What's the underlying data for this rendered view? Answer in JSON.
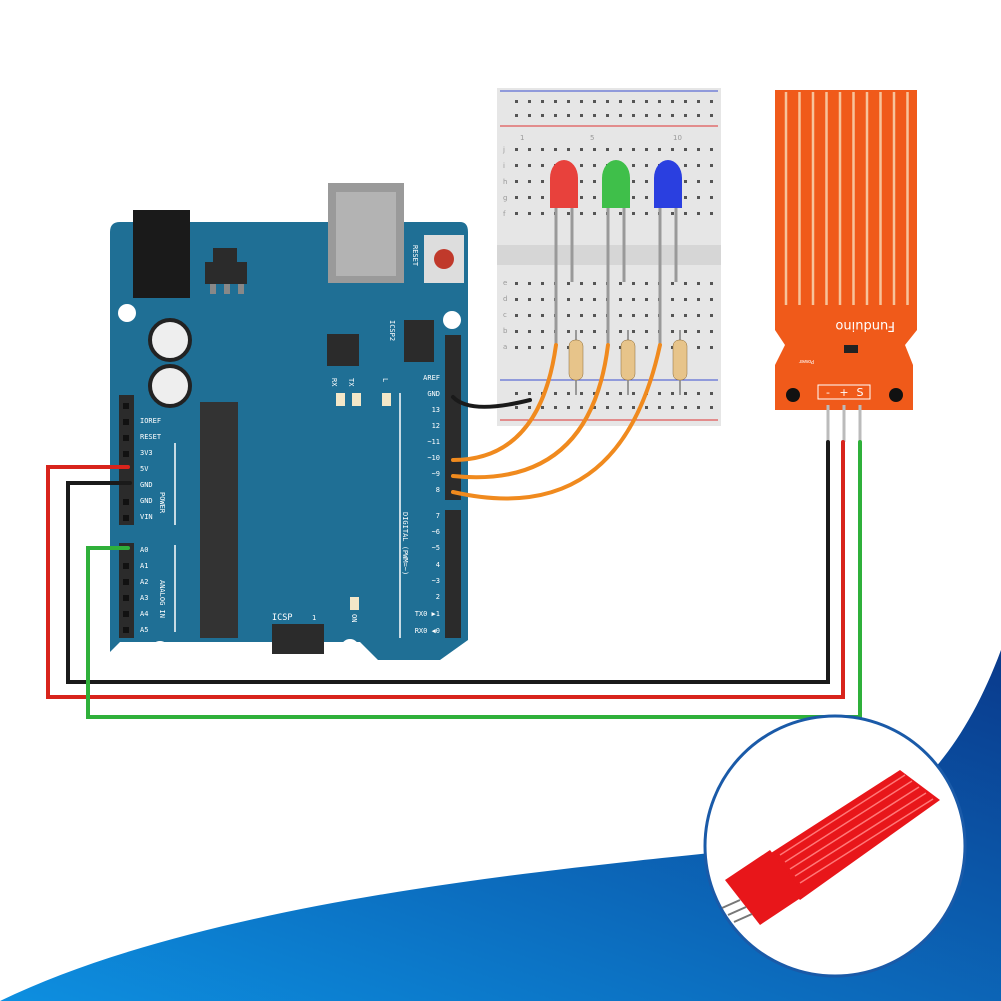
{
  "arduino": {
    "left_power_pins": [
      "IOREF",
      "RESET",
      "3V3",
      "5V",
      "GND",
      "GND",
      "VIN"
    ],
    "power_label": "POWER",
    "analog_pins": [
      "A0",
      "A1",
      "A2",
      "A3",
      "A4",
      "A5"
    ],
    "analog_label": "ANALOG IN",
    "right_top_pins": [
      "AREF",
      "GND",
      "13",
      "12",
      "~11",
      "~10",
      "~9",
      "8"
    ],
    "right_bottom_pins": [
      "7",
      "~6",
      "~5",
      "4",
      "~3",
      "2",
      "TX0 ▶1",
      "RX0 ◀0"
    ],
    "digital_label": "DIGITAL (PWM=~)",
    "reset_label": "RESET",
    "icsp2_label": "ICSP2",
    "icsp_label": "ICSP",
    "icsp_pin1": "1",
    "rx_label": "RX",
    "tx_label": "TX",
    "l_label": "L",
    "on_label": "ON"
  },
  "breadboard": {
    "row_letters_top": [
      "j",
      "i",
      "h",
      "g",
      "f"
    ],
    "row_letters_bottom": [
      "e",
      "d",
      "c",
      "b",
      "a"
    ],
    "column_numbers": [
      "1",
      "5",
      "10"
    ],
    "leds": [
      {
        "color": "red",
        "hex": "#e8413c"
      },
      {
        "color": "green",
        "hex": "#3fbf4a"
      },
      {
        "color": "blue",
        "hex": "#2a3fe0"
      }
    ]
  },
  "sensor": {
    "brand": "Funduino",
    "power_label": "Power",
    "pins": [
      "-",
      "+",
      "S"
    ],
    "color": "#f05a1a"
  },
  "wires": {
    "red": "#d8241c",
    "black": "#1a1a1a",
    "green": "#2fb03a",
    "orange": "#f08a1e"
  },
  "theme": {
    "accent": "#0a4fa0"
  }
}
